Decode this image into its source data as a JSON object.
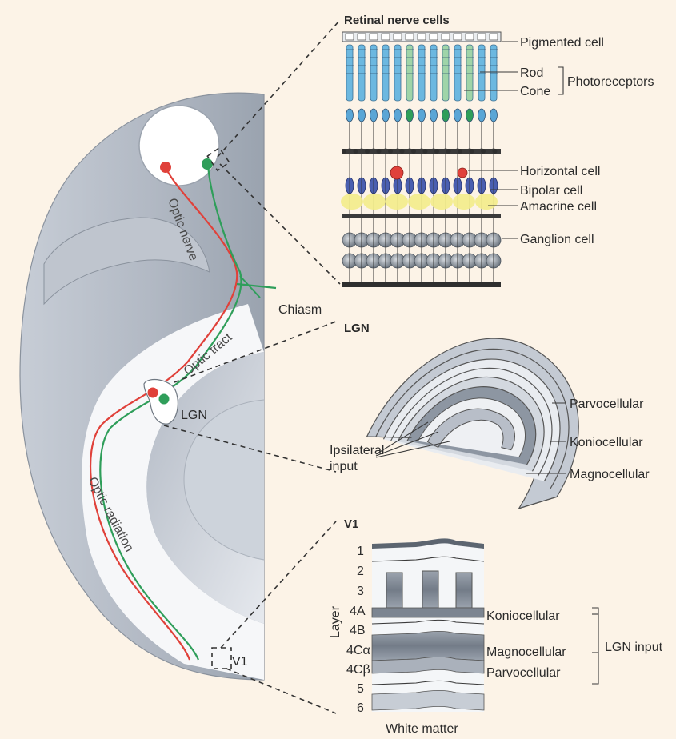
{
  "headers": {
    "retina": "Retinal nerve cells",
    "lgn": "LGN",
    "v1": "V1"
  },
  "retina_labels": {
    "pigmented": "Pigmented cell",
    "rod": "Rod",
    "cone": "Cone",
    "photoreceptors": "Photoreceptors",
    "horizontal": "Horizontal cell",
    "bipolar": "Bipolar cell",
    "amacrine": "Amacrine cell",
    "ganglion": "Ganglion cell"
  },
  "brain_labels": {
    "optic_nerve": "Optic nerve",
    "chiasm": "Chiasm",
    "optic_tract": "Optic tract",
    "lgn": "LGN",
    "optic_radiation": "Optic radiation",
    "v1": "V1"
  },
  "lgn_labels": {
    "parvocellular": "Parvocellular",
    "koniocellular": "Koniocellular",
    "magnocellular": "Magnocellular",
    "ipsilateral_1": "Ipsilateral",
    "ipsilateral_2": "input"
  },
  "v1_layers": [
    "1",
    "2",
    "3",
    "4A",
    "4B",
    "4Cα",
    "4Cβ",
    "5",
    "6"
  ],
  "v1_labels": {
    "layer_axis": "Layer",
    "koniocellular": "Koniocellular",
    "magnocellular": "Magnocellular",
    "parvocellular": "Parvocellular",
    "lgn_input": "LGN input",
    "white_matter": "White matter"
  },
  "colors": {
    "background": "#fcf3e7",
    "brain_grey": "#a9b1bd",
    "pathway_red": "#e0413a",
    "pathway_green": "#2f9e5a",
    "photoreceptor_blue": "#6cb8e0",
    "bipolar_blue": "#4a5fb0",
    "amacrine_yellow": "#f3ec8a",
    "ganglion_grey": "#8e96a0"
  }
}
